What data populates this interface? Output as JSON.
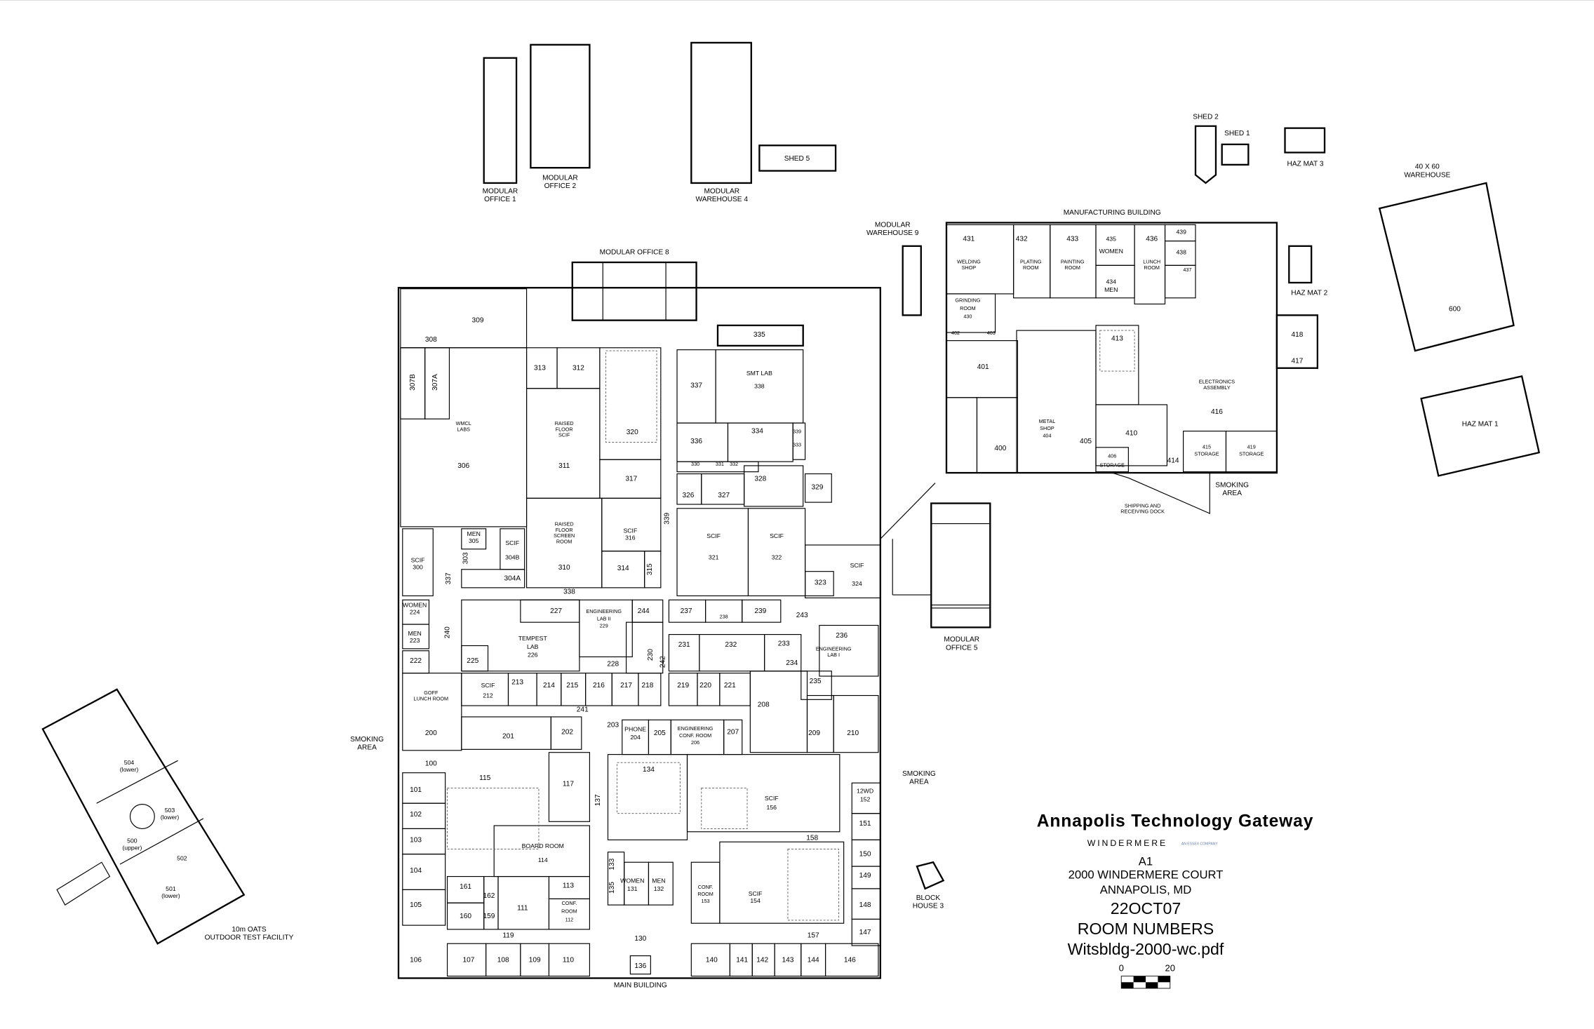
{
  "labels": [
    {
      "lines": [
        "MODULAR",
        "OFFICE 1"
      ]
    },
    {
      "lines": [
        "MODULAR",
        "OFFICE 2"
      ]
    },
    {
      "lines": [
        "MODULAR",
        "WAREHOUSE 4"
      ]
    },
    {
      "lines": [
        "SHED 5"
      ]
    },
    {
      "lines": [
        "SHED 2"
      ]
    },
    {
      "lines": [
        "SHED 1"
      ]
    },
    {
      "lines": [
        "HAZ MAT 3"
      ]
    },
    {
      "lines": [
        "40 X 60",
        "WAREHOUSE"
      ]
    },
    {
      "lines": [
        "MANUFACTURING BUILDING"
      ]
    },
    {
      "lines": [
        "MODULAR",
        "WAREHOUSE 9"
      ]
    },
    {
      "lines": [
        "HAZ MAT 2"
      ]
    },
    {
      "lines": [
        "MODULAR OFFICE 8"
      ]
    },
    {
      "lines": [
        "SMOKING",
        "AREA"
      ]
    },
    {
      "lines": [
        "SHIPPING AND",
        "RECEIVING DOCK"
      ]
    },
    {
      "lines": [
        "MODULAR",
        "OFFICE 5"
      ]
    },
    {
      "lines": [
        "SMOKING",
        "AREA"
      ]
    },
    {
      "lines": [
        "SMOKING",
        "AREA"
      ]
    },
    {
      "lines": [
        "BLOCK",
        "HOUSE 3"
      ]
    },
    {
      "lines": [
        "MAIN BUILDING"
      ]
    },
    {
      "lines": [
        "10m OATS",
        "OUTDOOR TEST FACILITY"
      ]
    },
    {
      "lines": [
        "600"
      ]
    },
    {
      "lines": [
        "HAZ MAT 1"
      ]
    },
    {
      "lines": [
        "504",
        "(lower)"
      ]
    },
    {
      "lines": [
        "503",
        "(lower)"
      ]
    },
    {
      "lines": [
        "500",
        "(upper)"
      ]
    },
    {
      "lines": [
        "502"
      ]
    },
    {
      "lines": [
        "501",
        "(lower)"
      ]
    },
    {
      "lines": [
        "309"
      ]
    },
    {
      "lines": [
        "308"
      ]
    },
    {
      "lines": [
        "313"
      ]
    },
    {
      "lines": [
        "312"
      ]
    },
    {
      "lines": [
        "307B"
      ]
    },
    {
      "lines": [
        "307A"
      ]
    },
    {
      "lines": [
        "WMCL",
        "LABS"
      ]
    },
    {
      "lines": [
        "306"
      ]
    },
    {
      "lines": [
        "RAISED",
        "FLOOR",
        "SCIF"
      ]
    },
    {
      "lines": [
        "311"
      ]
    },
    {
      "lines": [
        "320"
      ]
    },
    {
      "lines": [
        "317"
      ]
    },
    {
      "lines": [
        "RAISED",
        "FLOOR",
        "SCREEN",
        "ROOM"
      ]
    },
    {
      "lines": [
        "310"
      ]
    },
    {
      "lines": [
        "SCIF",
        "316"
      ]
    },
    {
      "lines": [
        "314"
      ]
    },
    {
      "lines": [
        "315"
      ]
    },
    {
      "lines": [
        "339"
      ]
    },
    {
      "lines": [
        "337"
      ]
    },
    {
      "lines": [
        "SMT LAB",
        "338"
      ]
    },
    {
      "lines": [
        "335"
      ]
    },
    {
      "lines": [
        "336"
      ]
    },
    {
      "lines": [
        "334"
      ]
    },
    {
      "lines": [
        "339"
      ]
    },
    {
      "lines": [
        "333"
      ]
    },
    {
      "lines": [
        "330"
      ]
    },
    {
      "lines": [
        "331"
      ]
    },
    {
      "lines": [
        "332"
      ]
    },
    {
      "lines": [
        "328"
      ]
    },
    {
      "lines": [
        "326"
      ]
    },
    {
      "lines": [
        "327"
      ]
    },
    {
      "lines": [
        "329"
      ]
    },
    {
      "lines": [
        "SCIF",
        "321"
      ]
    },
    {
      "lines": [
        "SCIF",
        "322"
      ]
    },
    {
      "lines": [
        "323"
      ]
    },
    {
      "lines": [
        "SCIF",
        "324"
      ]
    },
    {
      "lines": [
        "SCIF",
        "300"
      ]
    },
    {
      "lines": [
        "MEN",
        "305"
      ]
    },
    {
      "lines": [
        "SCIF",
        "304B"
      ]
    },
    {
      "lines": [
        "303"
      ]
    },
    {
      "lines": [
        "304A"
      ]
    },
    {
      "lines": [
        "337"
      ]
    },
    {
      "lines": [
        "338"
      ]
    },
    {
      "lines": [
        "WOMEN",
        "224"
      ]
    },
    {
      "lines": [
        "MEN",
        "223"
      ]
    },
    {
      "lines": [
        "240"
      ]
    },
    {
      "lines": [
        "222"
      ]
    },
    {
      "lines": [
        "227"
      ]
    },
    {
      "lines": [
        "TEMPEST",
        "LAB",
        "226"
      ]
    },
    {
      "lines": [
        "ENGINEERING",
        "LAB II",
        "229"
      ]
    },
    {
      "lines": [
        "244"
      ]
    },
    {
      "lines": [
        "225"
      ]
    },
    {
      "lines": [
        "230"
      ]
    },
    {
      "lines": [
        "228"
      ]
    },
    {
      "lines": [
        "242"
      ]
    },
    {
      "lines": [
        "237"
      ]
    },
    {
      "lines": [
        "238"
      ]
    },
    {
      "lines": [
        "239"
      ]
    },
    {
      "lines": [
        "243"
      ]
    },
    {
      "lines": [
        "236"
      ]
    },
    {
      "lines": [
        "ENGINEERING",
        "LAB I"
      ]
    },
    {
      "lines": [
        "231"
      ]
    },
    {
      "lines": [
        "232"
      ]
    },
    {
      "lines": [
        "233"
      ]
    },
    {
      "lines": [
        "234"
      ]
    },
    {
      "lines": [
        "235"
      ]
    },
    {
      "lines": [
        "GOFF",
        "LUNCH ROOM"
      ]
    },
    {
      "lines": [
        "SCIF",
        "212"
      ]
    },
    {
      "lines": [
        "213"
      ]
    },
    {
      "lines": [
        "214"
      ]
    },
    {
      "lines": [
        "215"
      ]
    },
    {
      "lines": [
        "216"
      ]
    },
    {
      "lines": [
        "217"
      ]
    },
    {
      "lines": [
        "218"
      ]
    },
    {
      "lines": [
        "219"
      ]
    },
    {
      "lines": [
        "220"
      ]
    },
    {
      "lines": [
        "221"
      ]
    },
    {
      "lines": [
        "208"
      ]
    },
    {
      "lines": [
        "241"
      ]
    },
    {
      "lines": [
        "200"
      ]
    },
    {
      "lines": [
        "201"
      ]
    },
    {
      "lines": [
        "202"
      ]
    },
    {
      "lines": [
        "203"
      ]
    },
    {
      "lines": [
        "PHONE",
        "204"
      ]
    },
    {
      "lines": [
        "205"
      ]
    },
    {
      "lines": [
        "ENGINEERING",
        "CONF. ROOM",
        "206"
      ]
    },
    {
      "lines": [
        "207"
      ]
    },
    {
      "lines": [
        "209"
      ]
    },
    {
      "lines": [
        "210"
      ]
    },
    {
      "lines": [
        "100"
      ]
    },
    {
      "lines": [
        "115"
      ]
    },
    {
      "lines": [
        "117"
      ]
    },
    {
      "lines": [
        "134"
      ]
    },
    {
      "lines": [
        "SCIF",
        "156"
      ]
    },
    {
      "lines": [
        "101"
      ]
    },
    {
      "lines": [
        "102"
      ]
    },
    {
      "lines": [
        "103"
      ]
    },
    {
      "lines": [
        "104"
      ]
    },
    {
      "lines": [
        "105"
      ]
    },
    {
      "lines": [
        "106"
      ]
    },
    {
      "lines": [
        "137"
      ]
    },
    {
      "lines": [
        "BOARD ROOM",
        "114"
      ]
    },
    {
      "lines": [
        "12WD",
        "152"
      ]
    },
    {
      "lines": [
        "151"
      ]
    },
    {
      "lines": [
        "158"
      ]
    },
    {
      "lines": [
        "150"
      ]
    },
    {
      "lines": [
        "CONF.",
        "ROOM",
        "153"
      ]
    },
    {
      "lines": [
        "SCIF",
        "154"
      ]
    },
    {
      "lines": [
        "149"
      ]
    },
    {
      "lines": [
        "148"
      ]
    },
    {
      "lines": [
        "147"
      ]
    },
    {
      "lines": [
        "133"
      ]
    },
    {
      "lines": [
        "135"
      ]
    },
    {
      "lines": [
        "WOMEN",
        "131"
      ]
    },
    {
      "lines": [
        "MEN",
        "132"
      ]
    },
    {
      "lines": [
        "161"
      ]
    },
    {
      "lines": [
        "162"
      ]
    },
    {
      "lines": [
        "113"
      ]
    },
    {
      "lines": [
        "111"
      ]
    },
    {
      "lines": [
        "CONF.",
        "ROOM",
        "112"
      ]
    },
    {
      "lines": [
        "160"
      ]
    },
    {
      "lines": [
        "159"
      ]
    },
    {
      "lines": [
        "119"
      ]
    },
    {
      "lines": [
        "130"
      ]
    },
    {
      "lines": [
        "157"
      ]
    },
    {
      "lines": [
        "107"
      ]
    },
    {
      "lines": [
        "108"
      ]
    },
    {
      "lines": [
        "109"
      ]
    },
    {
      "lines": [
        "110"
      ]
    },
    {
      "lines": [
        "136"
      ]
    },
    {
      "lines": [
        "140"
      ]
    },
    {
      "lines": [
        "141"
      ]
    },
    {
      "lines": [
        "142"
      ]
    },
    {
      "lines": [
        "143"
      ]
    },
    {
      "lines": [
        "144"
      ]
    },
    {
      "lines": [
        "146"
      ]
    },
    {
      "lines": [
        "431"
      ]
    },
    {
      "lines": [
        "WELDING",
        "SHOP"
      ]
    },
    {
      "lines": [
        "432"
      ]
    },
    {
      "lines": [
        "PLATING",
        "ROOM"
      ]
    },
    {
      "lines": [
        "433"
      ]
    },
    {
      "lines": [
        "PAINTING",
        "ROOM"
      ]
    },
    {
      "lines": [
        "435",
        "WOMEN"
      ]
    },
    {
      "lines": [
        "434",
        "MEN"
      ]
    },
    {
      "lines": [
        "436"
      ]
    },
    {
      "lines": [
        "LUNCH",
        "ROOM"
      ]
    },
    {
      "lines": [
        "439"
      ]
    },
    {
      "lines": [
        "438"
      ]
    },
    {
      "lines": [
        "437"
      ]
    },
    {
      "lines": [
        "GRINDING",
        "ROOM",
        "430"
      ]
    },
    {
      "lines": [
        "402"
      ]
    },
    {
      "lines": [
        "403"
      ]
    },
    {
      "lines": [
        "401"
      ]
    },
    {
      "lines": [
        "413"
      ]
    },
    {
      "lines": [
        "ELECTRONICS",
        "ASSEMBLY"
      ]
    },
    {
      "lines": [
        "416"
      ]
    },
    {
      "lines": [
        "410"
      ]
    },
    {
      "lines": [
        "METAL",
        "SHOP",
        "404"
      ]
    },
    {
      "lines": [
        "400"
      ]
    },
    {
      "lines": [
        "405"
      ]
    },
    {
      "lines": [
        "406",
        "STORAGE"
      ]
    },
    {
      "lines": [
        "414"
      ]
    },
    {
      "lines": [
        "415",
        "STORAGE"
      ]
    },
    {
      "lines": [
        "419",
        "STORAGE"
      ]
    },
    {
      "lines": [
        "418"
      ]
    },
    {
      "lines": [
        "417"
      ]
    }
  ],
  "title_block": {
    "title": "Annapolis Technology Gateway",
    "brand": "WINDERMERE",
    "brand_sub": "AN ESSEX COMPANY",
    "sheet": "A1",
    "address1": "2000  WINDERMERE  COURT",
    "address2": "ANNAPOLIS, MD",
    "date": "22OCT07",
    "subject": "ROOM NUMBERS",
    "filename": "Witsbldg-2000-wc.pdf",
    "scale_start": "0",
    "scale_end": "20"
  }
}
